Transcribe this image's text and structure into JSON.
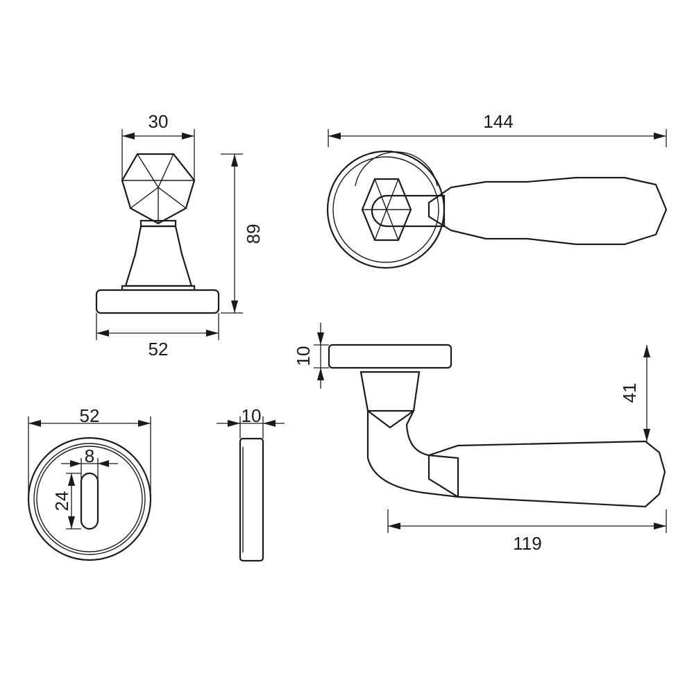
{
  "dimensions": {
    "knob_width": "30",
    "knob_height": "89",
    "knob_rose": "52",
    "lever_length": "144",
    "lever_rose_thickness": "10",
    "lever_drop": "41",
    "lever_projection": "119",
    "escutcheon_diameter": "52",
    "keyhole_width": "8",
    "keyhole_height": "24",
    "escutcheon_thickness": "10"
  }
}
